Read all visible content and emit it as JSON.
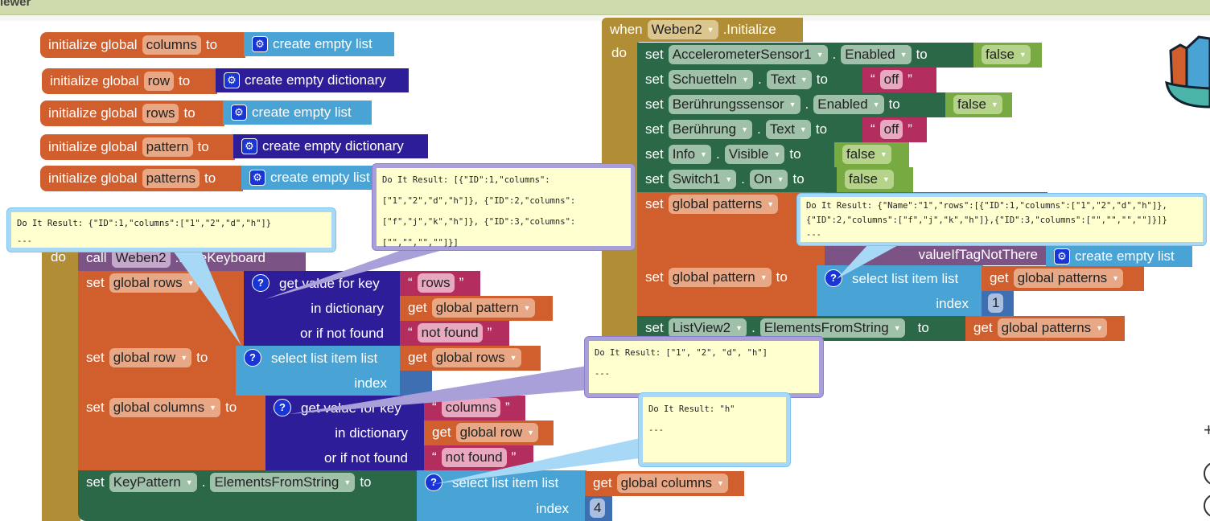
{
  "window": {
    "title_fragment": "iewer"
  },
  "kw": {
    "init": "initialize global",
    "to": "to",
    "set": "set",
    "get": "get",
    "do": "do",
    "call": "call",
    "when": "when",
    "dot": ".",
    "q_open": "“",
    "q_close": "”",
    "index": "index",
    "select": "select list item  list",
    "get_value": "get value for key",
    "in_dict": "in dictionary",
    "or_not_found": "or if not found",
    "empty_list": "create empty list",
    "empty_dict": "create empty dictionary",
    "gear": "⚙",
    "help": "?"
  },
  "globals": [
    {
      "name": "columns",
      "value": "create empty list"
    },
    {
      "name": "row",
      "value": "create empty dictionary"
    },
    {
      "name": "rows",
      "value": "create empty list"
    },
    {
      "name": "pattern",
      "value": "create empty dictionary"
    },
    {
      "name": "patterns",
      "value": "create empty list"
    }
  ],
  "left_event": {
    "call_component": "Weben2",
    "call_method": ".HideKeyboard",
    "set_rows": {
      "var": "global rows",
      "key": "rows",
      "dict": "global pattern",
      "not_found": "not found"
    },
    "set_row": {
      "var": "global row",
      "list": "global rows"
    },
    "set_columns": {
      "var": "global columns",
      "key": "columns",
      "dict": "global row",
      "not_found": "not found"
    },
    "set_keypattern": {
      "component": "KeyPattern",
      "property": "ElementsFromString",
      "list": "global columns",
      "index": "4"
    }
  },
  "right_event": {
    "component": "Weben2",
    "event": ".Initialize",
    "rows": [
      {
        "component": "AccelerometerSensor1",
        "property": "Enabled",
        "value": "false"
      },
      {
        "component": "Schuetteln",
        "property": "Text",
        "value": "off"
      },
      {
        "component": "Berührungssensor",
        "property": "Enabled",
        "value": "false"
      },
      {
        "component": "Berührung",
        "property": "Text",
        "value": "off"
      },
      {
        "component": "Info",
        "property": "Visible",
        "value": "false"
      },
      {
        "component": "Switch1",
        "property": "On",
        "value": "false"
      }
    ],
    "set_patterns": {
      "var": "global patterns",
      "value_if_missing": "valueIfTagNotThere",
      "default": "create empty list"
    },
    "set_pattern": {
      "var": "global pattern",
      "list": "global patterns",
      "index": "1"
    },
    "set_listview": {
      "component": "ListView2",
      "property": "ElementsFromString",
      "value": "global patterns"
    }
  },
  "bubbles": {
    "a": "Do It Result: {\"ID\":1,\"columns\":[\"1\",\"2\",\"d\",\"h\"]}\n---",
    "b": "Do It Result: [{\"ID\":1,\"columns\":\n[\"1\",\"2\",\"d\",\"h\"]}, {\"ID\":2,\"columns\":\n[\"f\",\"j\",\"k\",\"h\"]}, {\"ID\":3,\"columns\":\n[\"\",\"\",\"\",\"\"]}]",
    "c": "Do It Result: {\"Name\":\"1\",\"rows\":[{\"ID\":1,\"columns\":[\"1\",\"2\",\"d\",\"h\"]},\n{\"ID\":2,\"columns\":[\"f\",\"j\",\"k\",\"h\"]},{\"ID\":3,\"columns\":[\"\",\"\",\"\",\"\"]}]}\n---",
    "d": "Do It Result: [\"1\", \"2\", \"d\", \"h\"]\n---",
    "e": "Do It Result: \"h\"\n---"
  },
  "colors": {
    "variable": "#d05f2d",
    "list": "#49a3d4",
    "dictionary": "#2d1d98",
    "text": "#b32d5e",
    "component": "#2a6847",
    "logic": "#77ab41",
    "event": "#b18e35",
    "procedure": "#7c5385",
    "math": "#3f6fb3"
  },
  "right_controls": {
    "zoom_in": "+"
  }
}
